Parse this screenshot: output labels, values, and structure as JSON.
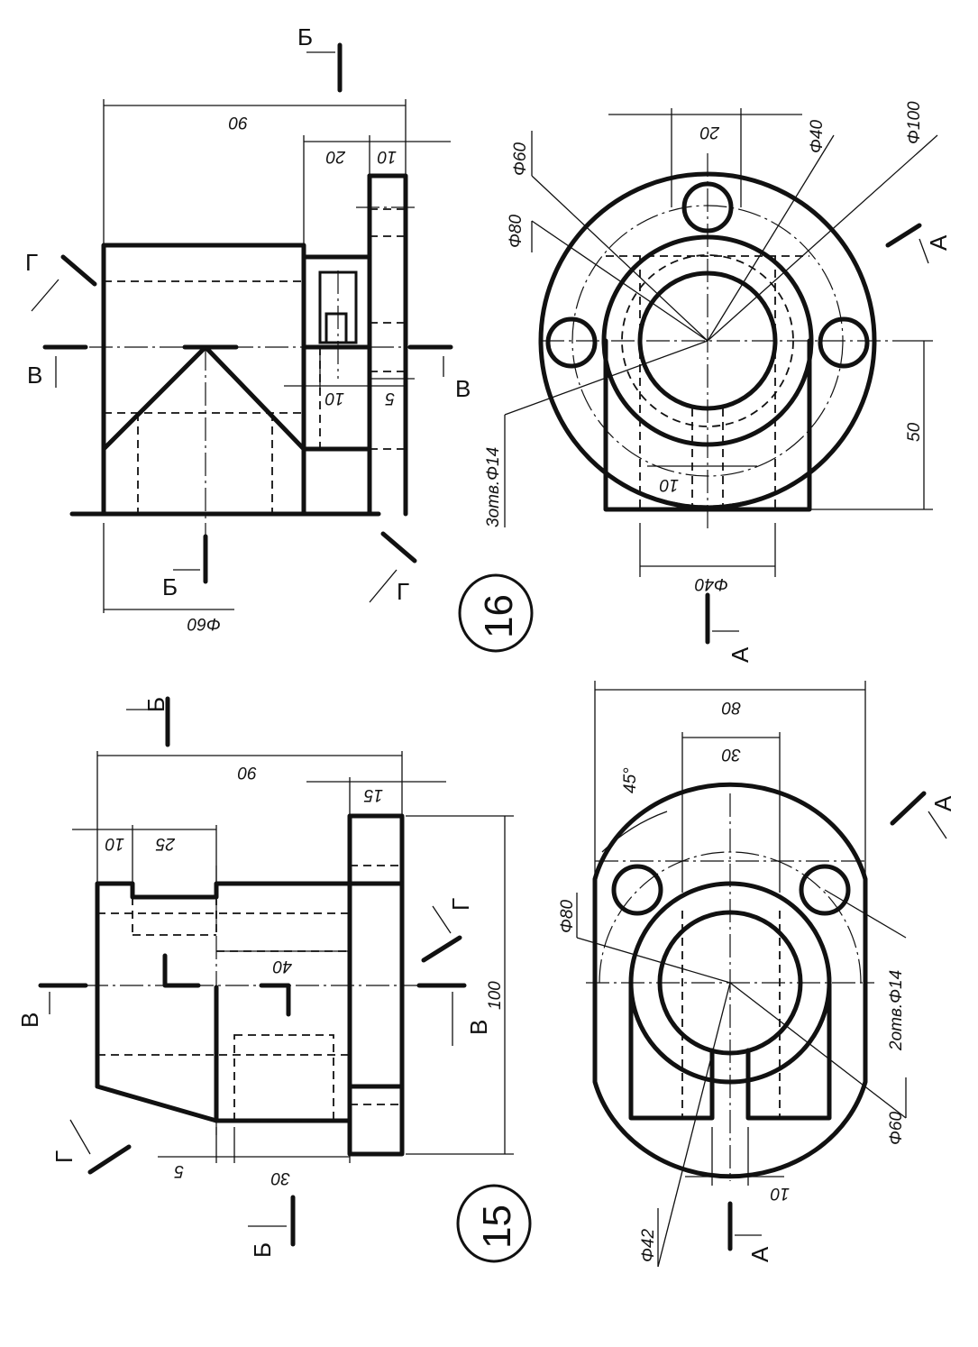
{
  "variants": [
    {
      "number": "15",
      "section_letters": {
        "v": "В",
        "b": "Б",
        "g": "Г",
        "a": "А"
      },
      "dims_front": {
        "overall": "90",
        "flange": "15",
        "slot_left": "10",
        "slot_width": "25",
        "bore": "40",
        "step": "5",
        "boss": "30",
        "height": "100"
      },
      "dims_top": {
        "overall": "80",
        "holes_span": "30",
        "angle": "45°",
        "outer_dia": "Φ80",
        "bore_dia": "Φ42",
        "bolt_circle": "Φ60",
        "holes": "2отв.Φ14",
        "slot": "10"
      }
    },
    {
      "number": "16",
      "section_letters": {
        "v": "В",
        "b": "Б",
        "g": "Г",
        "a": "А"
      },
      "dims_front": {
        "overall": "90",
        "rect_depth": "20",
        "flange": "10",
        "slot": "10",
        "step": "5",
        "dia": "Φ60"
      },
      "dims_top": {
        "span": "20",
        "bore_dia": "Φ40",
        "outer_dia": "Φ100",
        "inner_dia": "Φ60",
        "boss_dia": "Φ80",
        "holes": "3отв.Φ14",
        "height": "50",
        "slot": "10",
        "base_dia": "Φ40"
      }
    }
  ]
}
